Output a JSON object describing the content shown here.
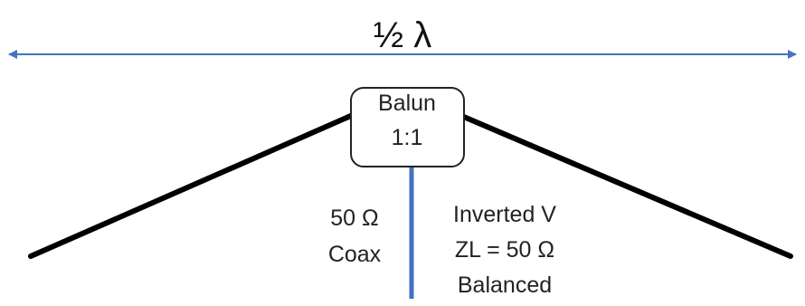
{
  "title": "½ λ",
  "balun": {
    "line1": "Balun",
    "line2": "1:1"
  },
  "feedline": {
    "line1": "50 Ω",
    "line2": "Coax"
  },
  "antenna": {
    "line1": "Inverted V",
    "line2": "ZL = 50 Ω",
    "line3": "Balanced"
  },
  "colors": {
    "dimension_arrow": "#4472C4",
    "coax": "#4472C4",
    "antenna_wire": "#000000",
    "balun_border": "#222222"
  }
}
